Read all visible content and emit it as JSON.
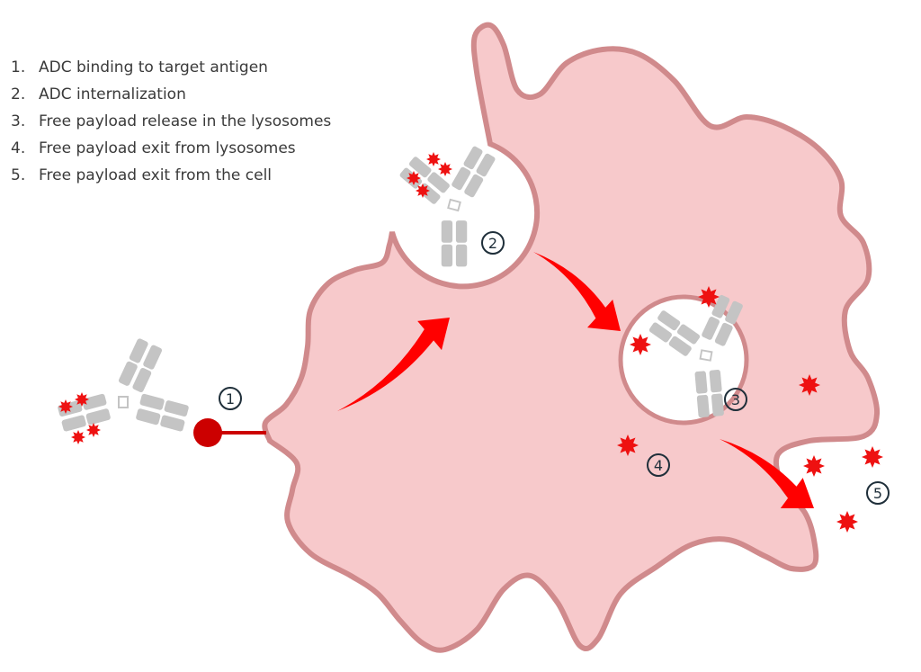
{
  "legend": [
    {
      "num": "1.",
      "text": "ADC binding to target antigen"
    },
    {
      "num": "2.",
      "text": "ADC internalization"
    },
    {
      "num": "3.",
      "text": "Free payload release in the lysosomes"
    },
    {
      "num": "4.",
      "text": "Free payload exit from lysosomes"
    },
    {
      "num": "5.",
      "text": "Free payload exit from the cell"
    }
  ],
  "steps": [
    "1",
    "2",
    "3",
    "4",
    "5"
  ],
  "colors": {
    "cell_fill": "#f7c9cb",
    "cell_stroke": "#d08a8c",
    "payload": "#ee1111",
    "antigen": "#cc0000",
    "antibody": "#c4c4c4",
    "arrow": "#ff0000"
  }
}
